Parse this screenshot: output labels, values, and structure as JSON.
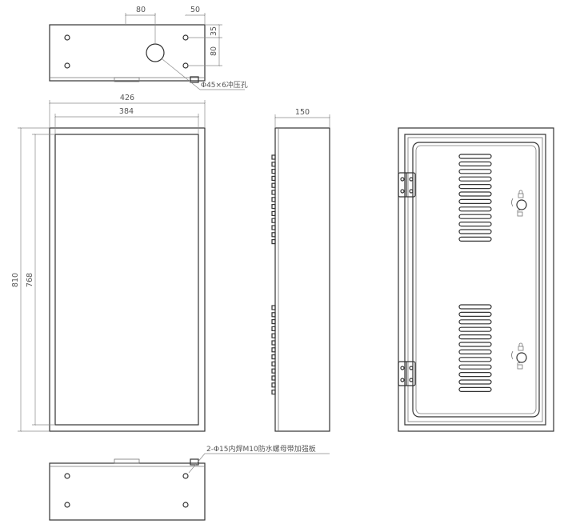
{
  "dimensions": {
    "top_spacing": "80",
    "top_edge": "50",
    "top_vertical_a": "35",
    "top_vertical_b": "80",
    "outer_width": "426",
    "inner_width": "384",
    "depth": "150",
    "outer_height": "810",
    "inner_height": "768"
  },
  "notes": {
    "knockout_hole": "Φ45×6冲压孔",
    "bottom_holes": "2-Φ15内焊M10防水螺母带加强板"
  },
  "colors": {
    "line": "#333333",
    "dimension": "#8a8a8a",
    "text": "#555555"
  }
}
